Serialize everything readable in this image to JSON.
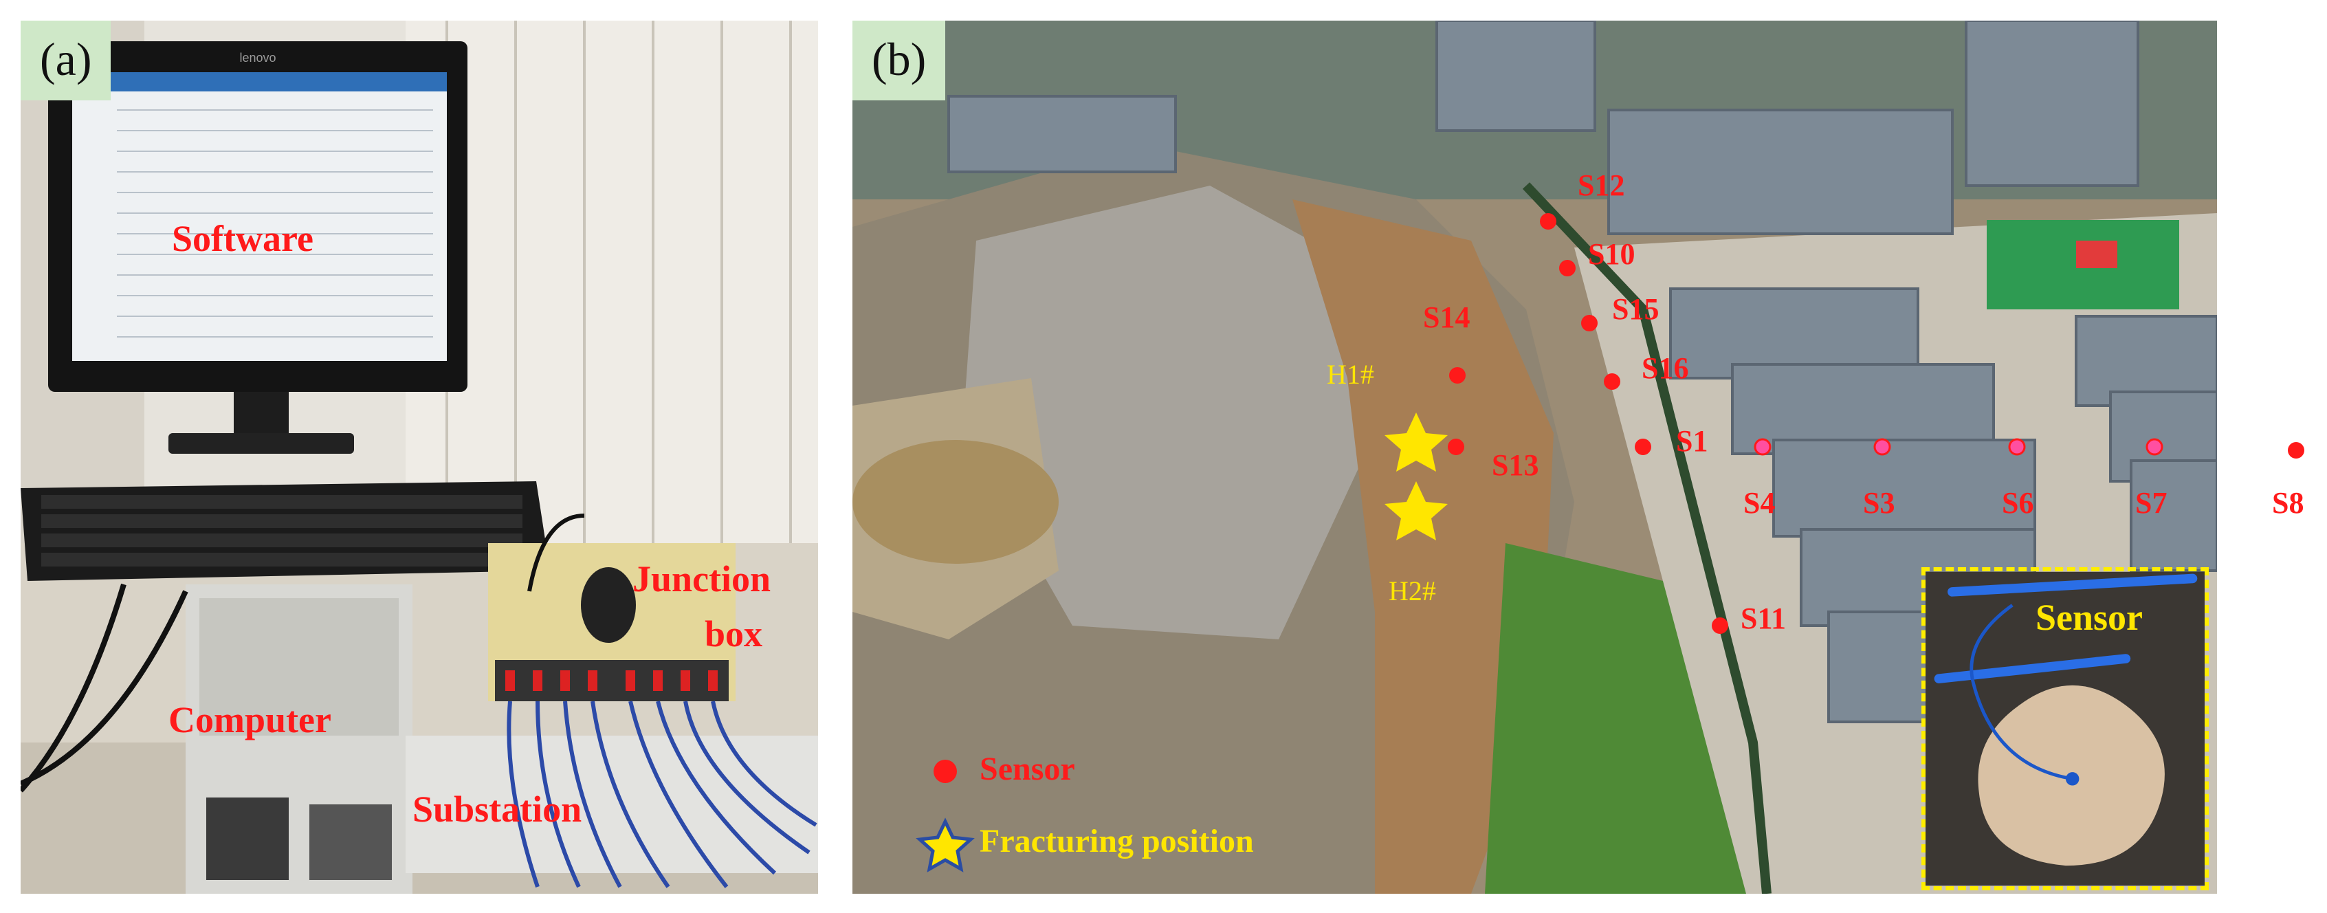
{
  "panel_a": {
    "tag": "(a)",
    "monitor_brand": "lenovo",
    "labels": {
      "software": "Software",
      "junction_box": "Junction\nbox",
      "junction_1": "Junction",
      "junction_2": "box",
      "computer": "Computer",
      "substation": "Substation"
    }
  },
  "panel_b": {
    "tag": "(b)",
    "sensors": [
      "S12",
      "S10",
      "S15",
      "S14",
      "S16",
      "S1",
      "S4",
      "S3",
      "S6",
      "S7",
      "S8",
      "S13",
      "S11"
    ],
    "holes": [
      "H1#",
      "H2#"
    ],
    "legend": {
      "sensor": "Sensor",
      "fracturing": "Fracturing position"
    },
    "inset_label": "Sensor",
    "colors": {
      "sensor_marker": "#ff1a1a",
      "fracturing_marker": "#ffe600",
      "inset_border": "#ffee00"
    }
  }
}
